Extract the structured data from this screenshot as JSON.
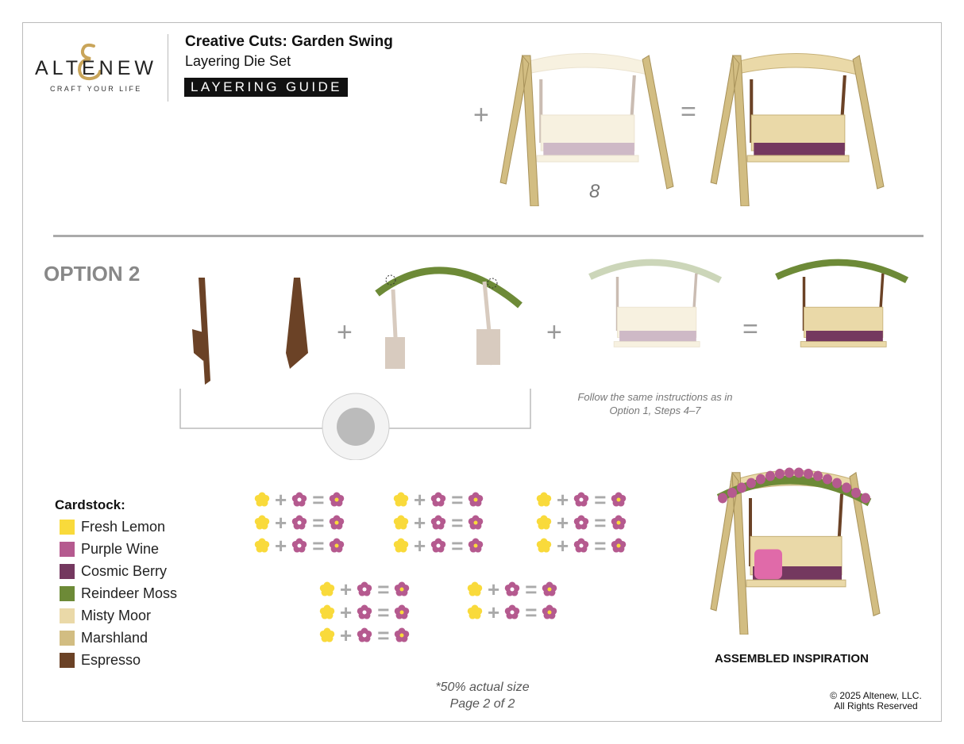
{
  "header": {
    "logo_text": "ALTENEW",
    "logo_tagline": "CRAFT YOUR LIFE",
    "title": "Creative Cuts: Garden Swing",
    "subtitle": "Layering Die Set",
    "badge": "LAYERING GUIDE"
  },
  "step_top": {
    "plus": "+",
    "equals": "=",
    "step_number": "8"
  },
  "option2": {
    "label": "OPTION 2",
    "plus": "+",
    "equals": "=",
    "note": "Follow the same instructions as in Option 1, Steps 4–7"
  },
  "flower_rows": {
    "plus": "+",
    "equals": "=",
    "count_groups": [
      3,
      3,
      3,
      3,
      2
    ]
  },
  "legend": {
    "title": "Cardstock:",
    "items": [
      {
        "name": "Fresh Lemon",
        "color": "#f9da3b"
      },
      {
        "name": "Purple Wine",
        "color": "#b55a8f"
      },
      {
        "name": "Cosmic Berry",
        "color": "#74385f"
      },
      {
        "name": "Reindeer Moss",
        "color": "#6d8a37"
      },
      {
        "name": "Misty Moor",
        "color": "#ead9a8"
      },
      {
        "name": "Marshland",
        "color": "#d2bd82"
      },
      {
        "name": "Espresso",
        "color": "#6b4226"
      }
    ]
  },
  "inspiration_label": "ASSEMBLED INSPIRATION",
  "footer": {
    "scale_note": "*50% actual size",
    "page": "Page 2 of 2",
    "copyright": "© 2025 Altenew, LLC.",
    "rights": "All Rights Reserved"
  }
}
